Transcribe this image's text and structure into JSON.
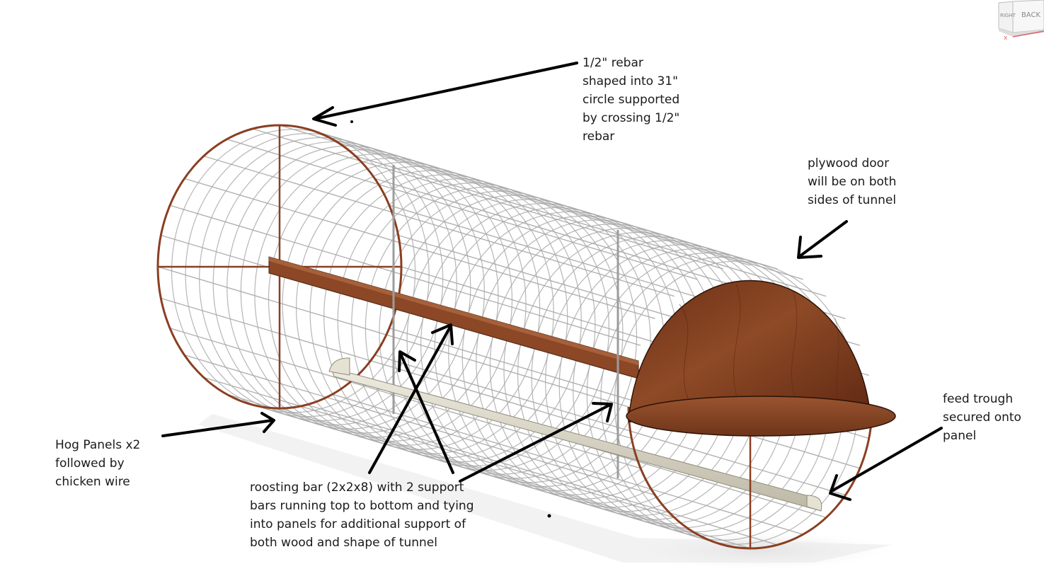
{
  "annotations": {
    "rebar": [
      "1/2\" rebar",
      "shaped into 31\"",
      "circle supported",
      "by crossing 1/2\"",
      "rebar"
    ],
    "plywood_door": [
      "plywood door",
      "will be on both",
      "sides of tunnel"
    ],
    "feed_trough": [
      "feed trough",
      "secured onto",
      "panel"
    ],
    "hog_panels": [
      "Hog Panels x2",
      "followed by",
      "chicken wire"
    ],
    "roosting_bar": [
      "roosting bar (2x2x8) with 2 support",
      "bars running top to bottom and tying",
      "into panels for additional support of",
      "both wood and shape of tunnel"
    ]
  },
  "view_cube": {
    "right_face": "RIGHT",
    "back_face": "BACK",
    "axis": "x"
  },
  "colors": {
    "wire": "#a9a9a9",
    "rebar": "#8a3f22",
    "plywood": "#7a3b1e",
    "roost": "#8b4726",
    "trough": "#dcd8c8",
    "arrow": "#000000"
  }
}
